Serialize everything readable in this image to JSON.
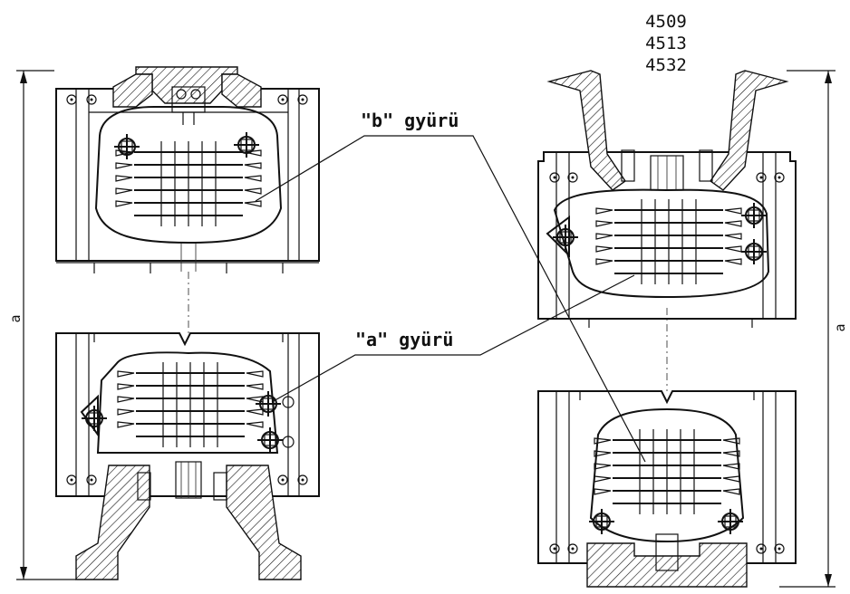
{
  "model_numbers": [
    "4509",
    "4513",
    "4532"
  ],
  "labels": {
    "ring_b": "\"b\" gyürü",
    "ring_a": "\"a\" gyürü",
    "dim_left": "a",
    "dim_right": "a"
  }
}
